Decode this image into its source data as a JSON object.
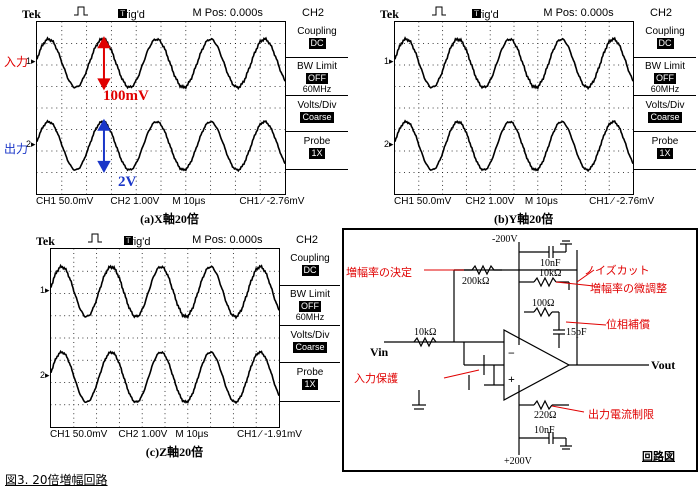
{
  "scopes": [
    {
      "header": {
        "brand": "Tek",
        "trig_icon": "T",
        "trig": "Trig'd",
        "mpos": "M Pos: 0.000s",
        "channel": "CH2"
      },
      "menu": {
        "coupling": "Coupling",
        "coupling_val": "DC",
        "bw": "BW Limit",
        "bw_val": "OFF",
        "bw_sub": "60MHz",
        "volts": "Volts/Div",
        "volts_val": "Coarse",
        "probe": "Probe",
        "probe_val": "1X"
      },
      "bottom": {
        "ch1": "CH1  50.0mV",
        "ch2": "CH2  1.00V",
        "m": "M 10μs",
        "ch1trig": "CH1 ∕  -2.76mV"
      },
      "caption": "(a)X軸20倍"
    },
    {
      "header": {
        "brand": "Tek",
        "trig_icon": "T",
        "trig": "Trig'd",
        "mpos": "M Pos: 0.000s",
        "channel": "CH2"
      },
      "menu": {
        "coupling": "Coupling",
        "coupling_val": "DC",
        "bw": "BW Limit",
        "bw_val": "OFF",
        "bw_sub": "60MHz",
        "volts": "Volts/Div",
        "volts_val": "Coarse",
        "probe": "Probe",
        "probe_val": "1X"
      },
      "bottom": {
        "ch1": "CH1  50.0mV",
        "ch2": "CH2  1.00V",
        "m": "M 10μs",
        "ch1trig": "CH1 ∕  -2.76mV"
      },
      "caption": "(b)Y軸20倍"
    },
    {
      "header": {
        "brand": "Tek",
        "trig_icon": "T",
        "trig": "Trig'd",
        "mpos": "M Pos: 0.000s",
        "channel": "CH2"
      },
      "menu": {
        "coupling": "Coupling",
        "coupling_val": "DC",
        "bw": "BW Limit",
        "bw_val": "OFF",
        "bw_sub": "60MHz",
        "volts": "Volts/Div",
        "volts_val": "Coarse",
        "probe": "Probe",
        "probe_val": "1X"
      },
      "bottom": {
        "ch1": "CH1  50.0mV",
        "ch2": "CH2  1.00V",
        "m": "M 10μs",
        "ch1trig": "CH1 ∕  -1.91mV"
      },
      "caption": "(c)Z軸20倍"
    }
  ],
  "labels": {
    "input": "入力",
    "output": "出力",
    "amp_in": "100mV",
    "amp_out": "2V"
  },
  "circuit": {
    "neg200": "-200V",
    "pos200": "+200V",
    "c10nf_top": "10nF",
    "c10nf_bot": "10nF",
    "noise_cut": "ノイズカット",
    "r10k_top": "10kΩ",
    "fine_gain": "増幅率の微調整",
    "gain_decide": "増幅率の決定",
    "r200k": "200kΩ",
    "r100": "100Ω",
    "phase_comp": "位相補償",
    "c15pf": "15pF",
    "r10k_in": "10kΩ",
    "vin": "Vin",
    "vout": "Vout",
    "input_prot": "入力保護",
    "minus": "−",
    "plus": "+",
    "r220": "220Ω",
    "current_limit": "出力電流制限",
    "title": "回路図"
  },
  "figure_title": "図3. 20倍増幅回路",
  "colors": {
    "red": "#e00000",
    "blue": "#1a36c8"
  }
}
